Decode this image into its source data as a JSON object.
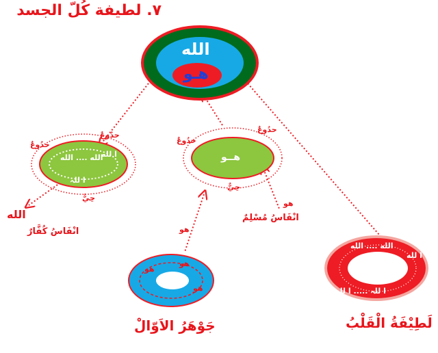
{
  "title": "٧. لطيفة كُلّ الجسد",
  "top_node": {
    "outer_text": "الله",
    "inner_text": "هـو",
    "colors": {
      "outer_ring": "#006b1c",
      "middle": "#17a9e6",
      "core": "#ee1c24",
      "rim": "#ee1c24"
    }
  },
  "left_node": {
    "ring_text": "الله .... الله",
    "ring_text_2": "ا لله",
    "lower_text": "ا للہ",
    "orbit_top": "حدُوعٌ",
    "orbit_top_2": "حدُوعٌ",
    "orbit_bottom": "حِيٌّ",
    "color": "#8dc63f"
  },
  "middle_node": {
    "center_text": "هــو",
    "orbit_top": "حدُوعٌ",
    "orbit_top_2": "حدُوعٌ",
    "orbit_bottom": "حِيٌّ",
    "color": "#8dc63f"
  },
  "bottom_left_node": {
    "text_1": "هو",
    "text_2": "هو",
    "text_3": "هو",
    "label": "جَوْهَرُ الاَوّالْ",
    "color": "#17a9e6"
  },
  "bottom_right_node": {
    "ring_text": "الله .... الله",
    "ring_text_2": "ا لله",
    "ring_lower": "ا للہ ..... ا للہ",
    "label": "لَطِيْفَةُ الْقَلْبُ",
    "color": "#ee1c24",
    "rim_color": "#f4a6a0"
  },
  "side_labels": {
    "allah": "الله",
    "anfas_kuffar": "انْفَاسُ كُفَّارٌ",
    "anfas_muslim": "انْفَاسُ مُسْلِمٌ",
    "hu_right": "هو",
    "hu_left": "هو"
  },
  "accent_color": "#ee1c24"
}
